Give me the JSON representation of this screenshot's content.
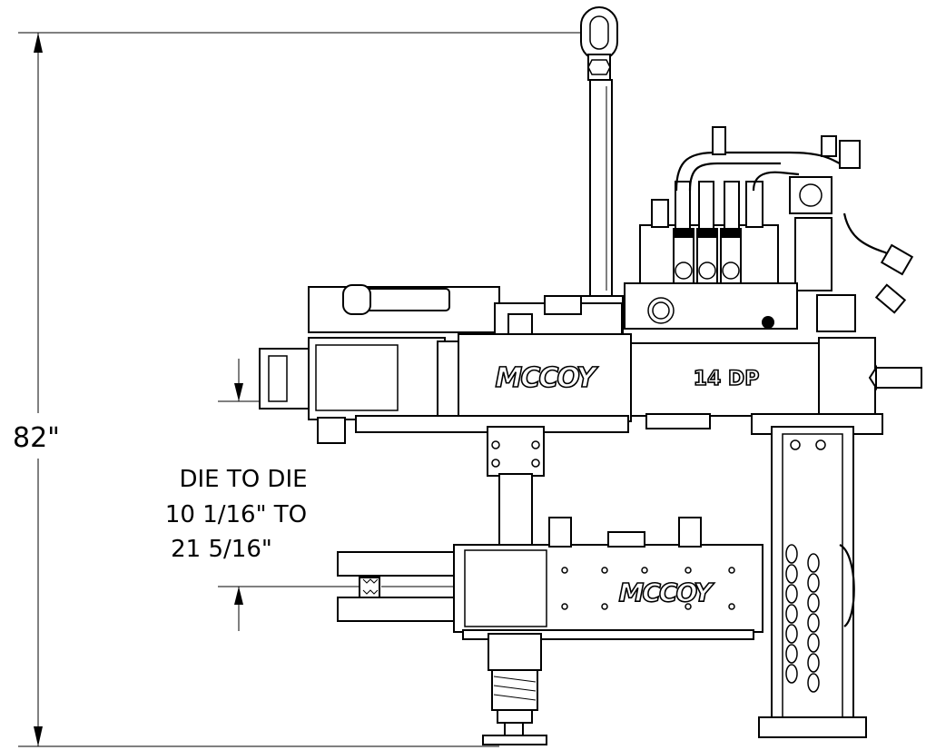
{
  "drawing": {
    "height_dimension": "82\"",
    "die_label_line1": "DIE TO DIE",
    "die_label_line2": "10 1/16\" TO",
    "die_label_line3": "21 5/16\"",
    "upper_logo": "MCCOY",
    "upper_model": "14 DP",
    "lower_logo": "MCCOY"
  }
}
